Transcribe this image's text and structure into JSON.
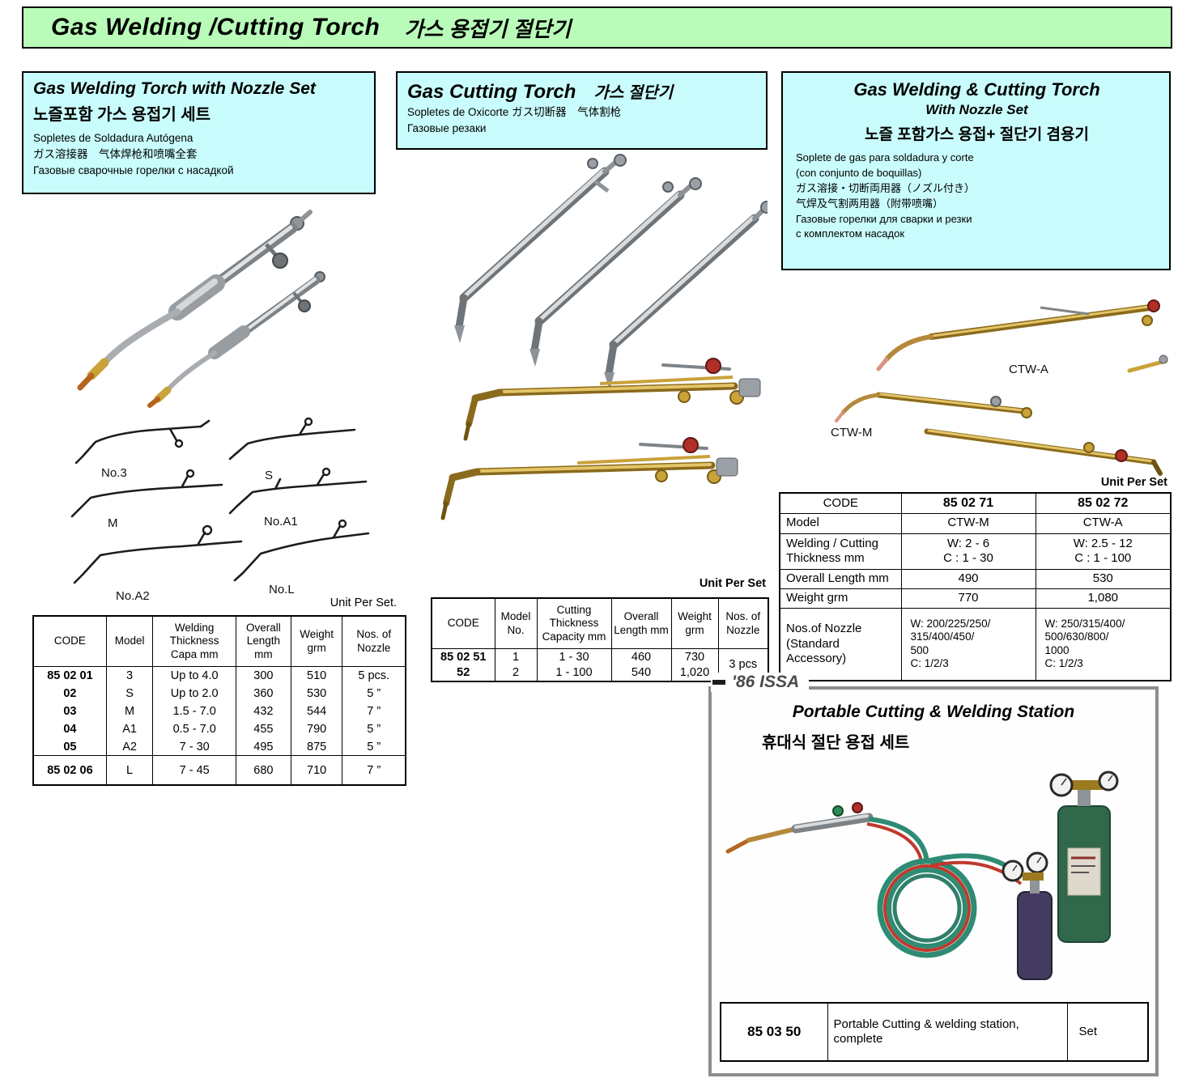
{
  "colors": {
    "banner_green": "#b9fcb9",
    "panel_cyan": "#c9fcfc",
    "table_border": "#000000"
  },
  "banner": {
    "title_en": "Gas Welding /Cutting Torch",
    "title_ko": "가스 용접기 절단기"
  },
  "welding": {
    "header": {
      "title_en": "Gas Welding Torch with Nozzle Set",
      "title_ko": "노즐포함 가스 용접기 세트",
      "sub_es": "Sopletes de Soldadura Autógena",
      "sub_jc": "ガス溶接器　气体焊枪和喷嘴全套",
      "sub_ru": "Газовые сварочные горелки с насадкой"
    },
    "figure_labels": [
      "No.3",
      "S",
      "M",
      "No.A1",
      "No.A2",
      "No.L"
    ],
    "unit_note": "Unit Per Set.",
    "table": {
      "headers": [
        "CODE",
        "Model",
        "Welding\nThickness\nCapa mm",
        "Overall\nLength\nmm",
        "Weight\ngrm",
        "Nos. of\nNozzle"
      ],
      "rows": [
        [
          "85 02 01",
          "3",
          "Up to 4.0",
          "300",
          "510",
          "5 pcs."
        ],
        [
          "02",
          "S",
          "Up to 2.0",
          "360",
          "530",
          "5 ”"
        ],
        [
          "03",
          "M",
          "1.5 - 7.0",
          "432",
          "544",
          "7 ”"
        ],
        [
          "04",
          "A1",
          "0.5 - 7.0",
          "455",
          "790",
          "5 ”"
        ],
        [
          "05",
          "A2",
          "7 - 30",
          "495",
          "875",
          "5 ”"
        ],
        [
          "85 02 06",
          "L",
          "7 - 45",
          "680",
          "710",
          "7 ”"
        ]
      ]
    }
  },
  "cutting": {
    "header": {
      "title_en": "Gas Cutting Torch",
      "title_ko": "가스 절단기",
      "sub_es": "Sopletes de Oxicorte  ガス切断器　气体割枪",
      "sub_ru": "Газовые резаки"
    },
    "unit_note": "Unit Per Set",
    "table": {
      "headers": [
        "CODE",
        "Model\nNo.",
        "Cutting\nThickness\nCapacity mm",
        "Overall\nLength mm",
        "Weight\ngrm",
        "Nos. of\nNozzle"
      ],
      "row": {
        "code": "85 02 51\n52",
        "model": "1\n2",
        "thickness": "1 - 30\n1 - 100",
        "length": "460\n540",
        "weight": "730\n1,020",
        "nozzle": "3 pcs"
      }
    }
  },
  "combo": {
    "header": {
      "title_en": "Gas Welding & Cutting Torch",
      "title_en2": "With Nozzle Set",
      "title_ko": "노즐 포함가스 용접+ 절단기 겸용기",
      "sub_es1": "Soplete de gas para soldadura y corte",
      "sub_es2": "(con conjunto de boquillas)",
      "sub_ja": "ガス溶接・切断両用器（ノズル付き）",
      "sub_zh": "气焊及气割两用器（附带喷嘴）",
      "sub_ru1": "Газовые горелки для сварки и резки",
      "sub_ru2": "с комплектом насадок"
    },
    "figure_labels": {
      "ctw_a": "CTW-A",
      "ctw_m": "CTW-M"
    },
    "unit_note": "Unit Per Set",
    "table": {
      "code_label": "CODE",
      "code1": "85 02 71",
      "code2": "85 02 72",
      "model_label": "Model",
      "model1": "CTW-M",
      "model2": "CTW-A",
      "thickness_label": "Welding / Cutting\nThickness mm",
      "thickness1": "W: 2 - 6\nC : 1 - 30",
      "thickness2": "W: 2.5 - 12\nC : 1 - 100",
      "length_label": "Overall Length mm",
      "length1": "490",
      "length2": "530",
      "weight_label": "Weight grm",
      "weight1": "770",
      "weight2": "1,080",
      "nozzle_label": "Nos.of Nozzle\n(Standard\n Accessory)",
      "nozzle1": "W: 200/225/250/\n315/400/450/\n500\nC: 1/2/3",
      "nozzle2": "W: 250/315/400/\n500/630/800/\n1000\nC: 1/2/3"
    }
  },
  "station": {
    "issa_label": "'86 ISSA",
    "title_en": "Portable Cutting & Welding Station",
    "title_ko": "휴대식 절단 용접 세트",
    "table": {
      "code": "85 03 50",
      "description": "Portable Cutting & welding station,\ncomplete",
      "unit": "Set"
    }
  }
}
